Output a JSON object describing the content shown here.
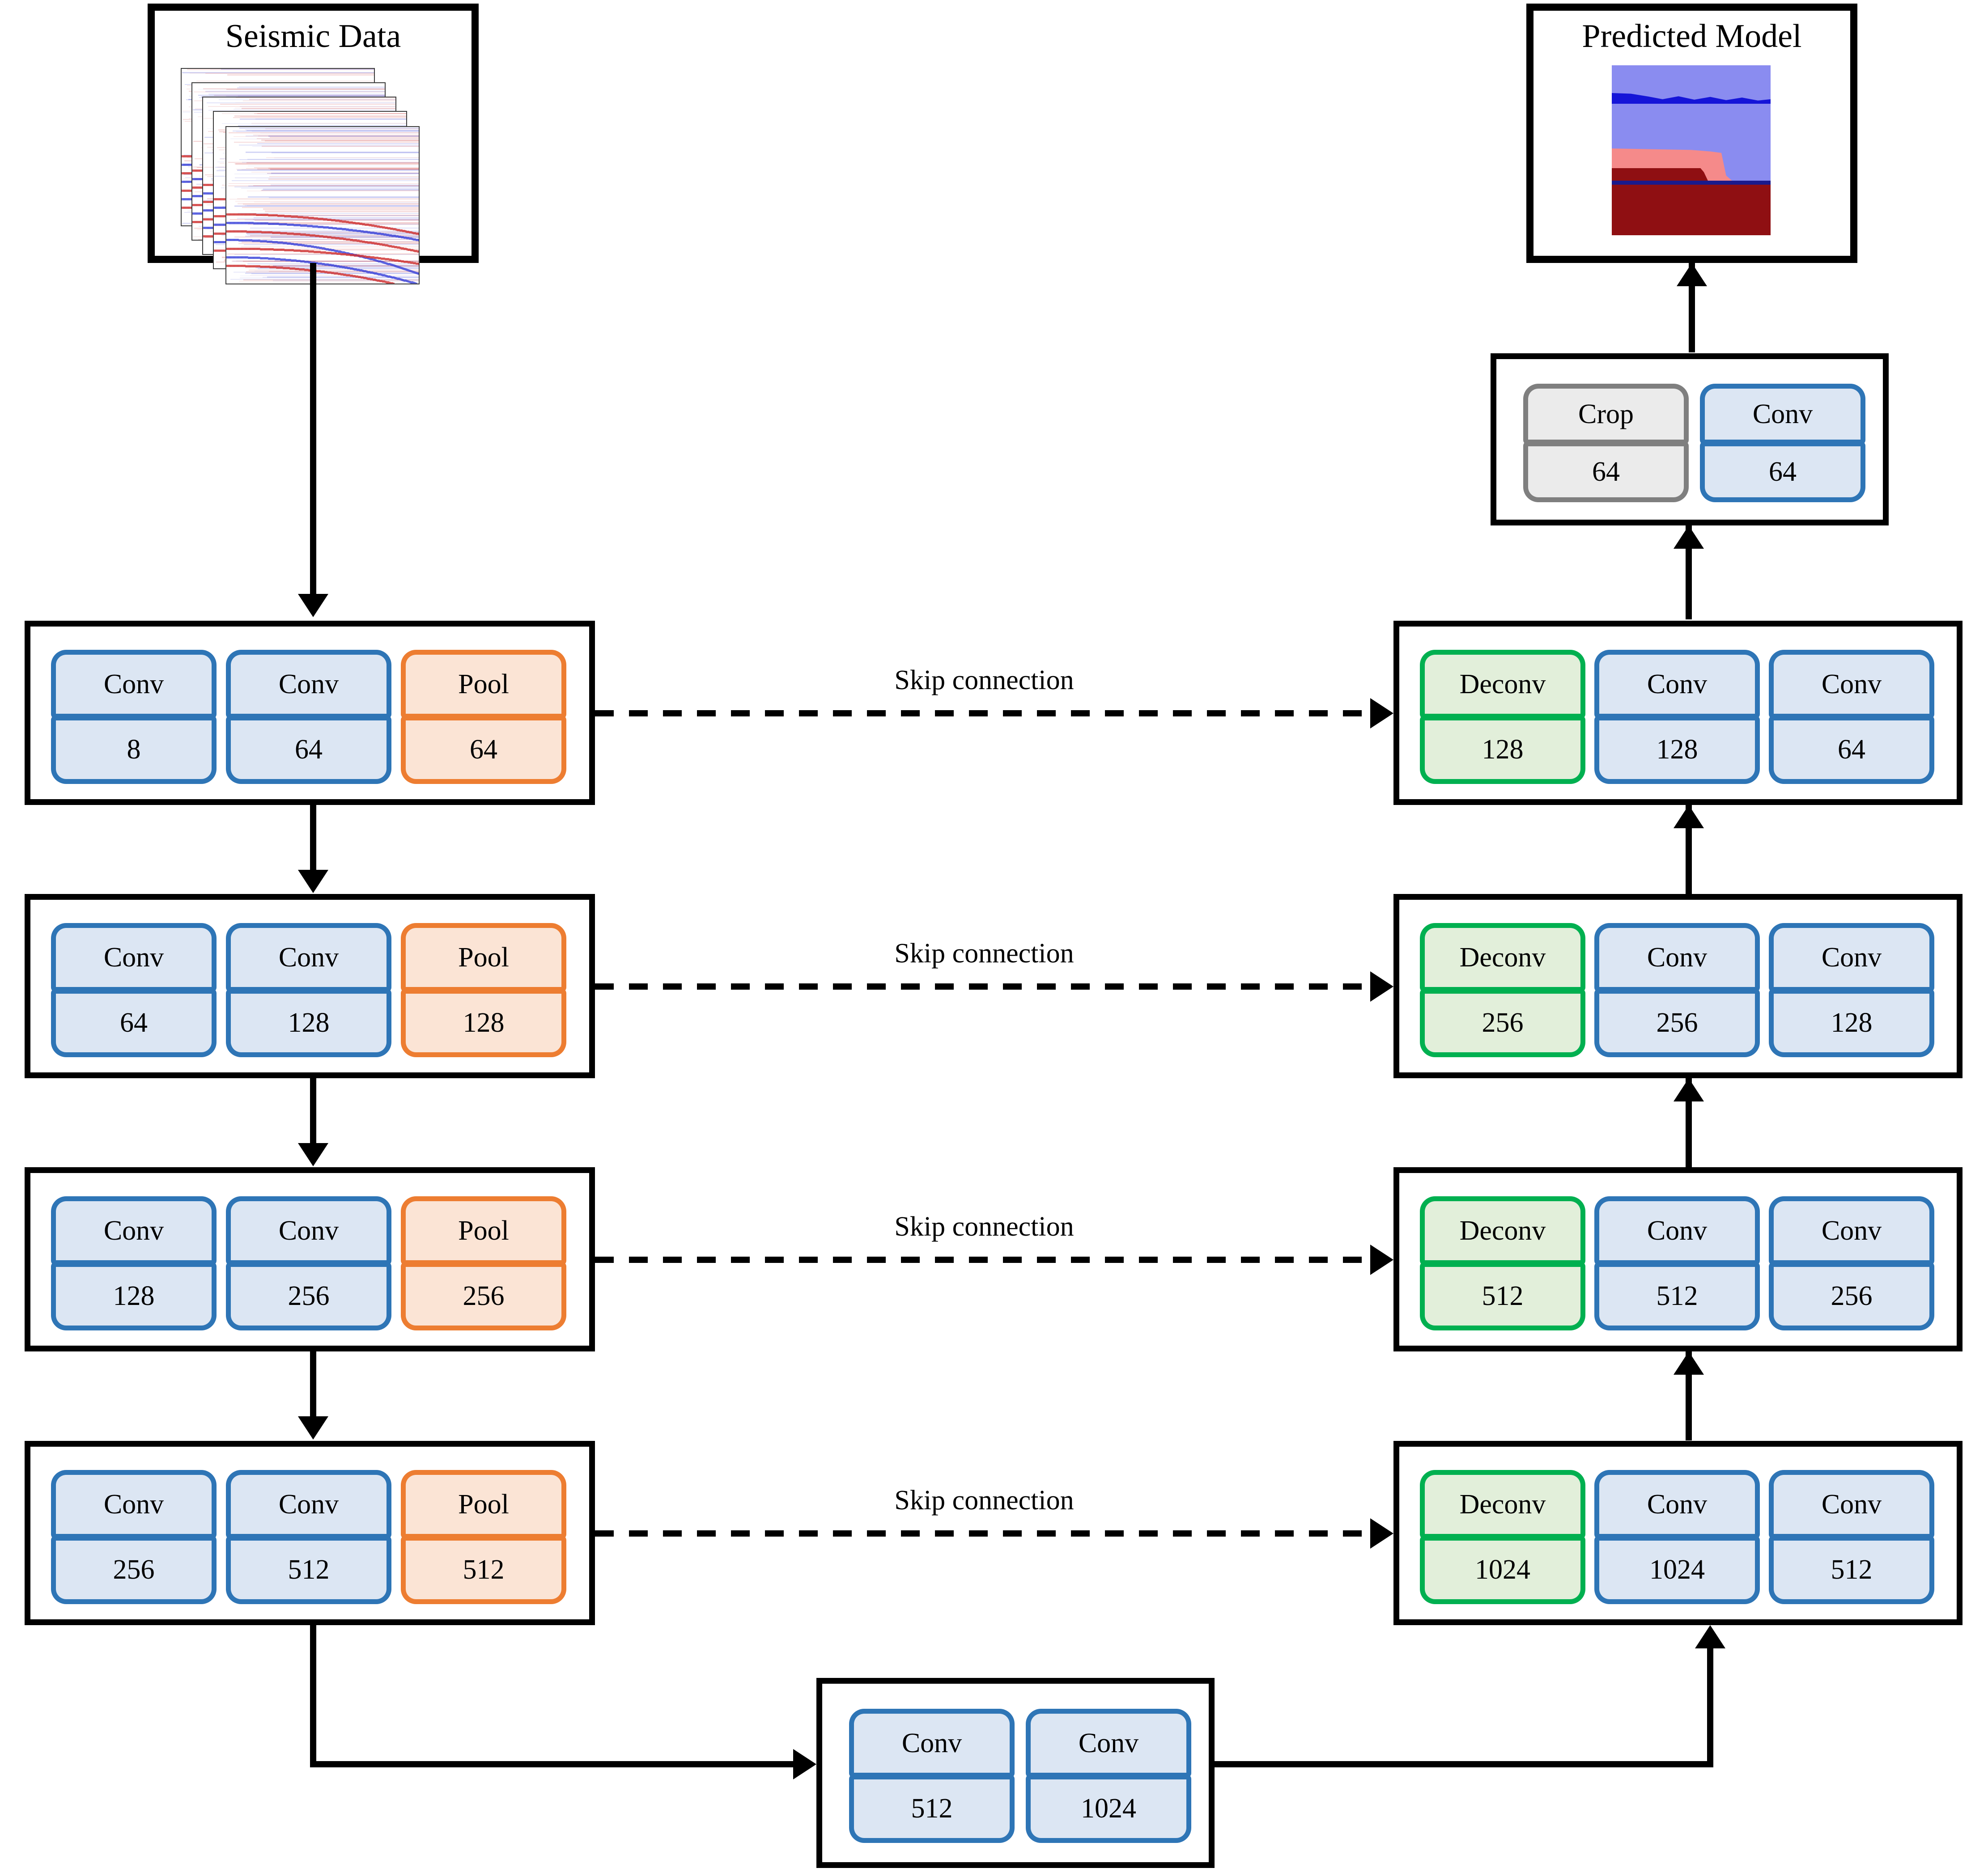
{
  "diagram": {
    "title_input": "Seismic Data",
    "title_output": "Predicted Model",
    "skip_label": "Skip connection"
  },
  "labels": {
    "conv": "Conv",
    "pool": "Pool",
    "deconv": "Deconv",
    "crop": "Crop"
  },
  "colors": {
    "conv_fill": "#dce6f3",
    "conv_border": "#2e75b6",
    "pool_fill": "#fbe4d5",
    "pool_border": "#ed7d31",
    "deconv_fill": "#e2efda",
    "deconv_border": "#00b050",
    "crop_fill": "#ebebeb",
    "crop_border": "#7f7f7f",
    "outline": "#000000"
  },
  "encoder": [
    {
      "units": [
        {
          "type": "conv",
          "label": "Conv",
          "channels": "8"
        },
        {
          "type": "conv",
          "label": "Conv",
          "channels": "64"
        },
        {
          "type": "pool",
          "label": "Pool",
          "channels": "64"
        }
      ],
      "skip_label": "Skip connection"
    },
    {
      "units": [
        {
          "type": "conv",
          "label": "Conv",
          "channels": "64"
        },
        {
          "type": "conv",
          "label": "Conv",
          "channels": "128"
        },
        {
          "type": "pool",
          "label": "Pool",
          "channels": "128"
        }
      ],
      "skip_label": "Skip connection"
    },
    {
      "units": [
        {
          "type": "conv",
          "label": "Conv",
          "channels": "128"
        },
        {
          "type": "conv",
          "label": "Conv",
          "channels": "256"
        },
        {
          "type": "pool",
          "label": "Pool",
          "channels": "256"
        }
      ],
      "skip_label": "Skip connection"
    },
    {
      "units": [
        {
          "type": "conv",
          "label": "Conv",
          "channels": "256"
        },
        {
          "type": "conv",
          "label": "Conv",
          "channels": "512"
        },
        {
          "type": "pool",
          "label": "Pool",
          "channels": "512"
        }
      ],
      "skip_label": "Skip connection"
    }
  ],
  "decoder": [
    {
      "units": [
        {
          "type": "deconv",
          "label": "Deconv",
          "channels": "128"
        },
        {
          "type": "conv",
          "label": "Conv",
          "channels": "128"
        },
        {
          "type": "conv",
          "label": "Conv",
          "channels": "64"
        }
      ]
    },
    {
      "units": [
        {
          "type": "deconv",
          "label": "Deconv",
          "channels": "256"
        },
        {
          "type": "conv",
          "label": "Conv",
          "channels": "256"
        },
        {
          "type": "conv",
          "label": "Conv",
          "channels": "128"
        }
      ]
    },
    {
      "units": [
        {
          "type": "deconv",
          "label": "Deconv",
          "channels": "512"
        },
        {
          "type": "conv",
          "label": "Conv",
          "channels": "512"
        },
        {
          "type": "conv",
          "label": "Conv",
          "channels": "256"
        }
      ]
    },
    {
      "units": [
        {
          "type": "deconv",
          "label": "Deconv",
          "channels": "1024"
        },
        {
          "type": "conv",
          "label": "Conv",
          "channels": "1024"
        },
        {
          "type": "conv",
          "label": "Conv",
          "channels": "512"
        }
      ]
    }
  ],
  "bottleneck": {
    "units": [
      {
        "type": "conv",
        "label": "Conv",
        "channels": "512"
      },
      {
        "type": "conv",
        "label": "Conv",
        "channels": "1024"
      }
    ]
  },
  "output_head": {
    "units": [
      {
        "type": "crop",
        "label": "Crop",
        "channels": "64"
      },
      {
        "type": "conv",
        "label": "Conv",
        "channels": "64"
      }
    ]
  }
}
